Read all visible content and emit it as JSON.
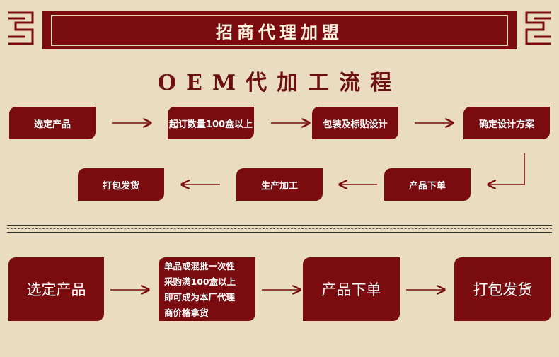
{
  "header": {
    "title": "招商代理加盟"
  },
  "oem": {
    "title": "OEM代加工流程",
    "steps": [
      "选定产品",
      "起订数量100盒以上",
      "包装及标贴设计",
      "确定设计方案",
      "产品下单",
      "生产加工",
      "打包发货"
    ]
  },
  "agency": {
    "step1": "选定产品",
    "step2_lines": [
      "单品或混批一次性",
      "采购满100盒以上",
      "即可成为本厂代理",
      "商价格拿货"
    ],
    "step3": "产品下单",
    "step4": "打包发货"
  },
  "colors": {
    "accent": "#7a0c10",
    "background": "#e9dcc0"
  }
}
